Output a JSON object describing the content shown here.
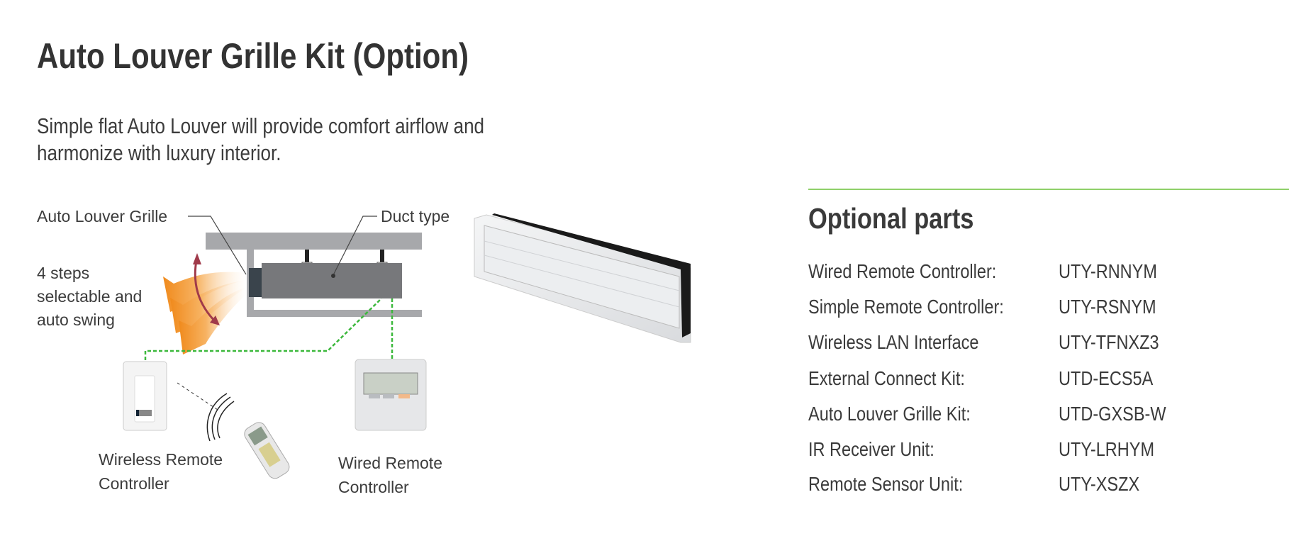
{
  "title": "Auto Louver Grille Kit (Option)",
  "description": [
    "Simple flat Auto Louver will provide comfort airflow and",
    "harmonize with luxury interior."
  ],
  "diagram": {
    "label_grille": "Auto Louver Grille",
    "label_duct": "Duct type",
    "label_steps": [
      "4 steps",
      "selectable and",
      "auto swing"
    ],
    "label_wireless": [
      "Wireless Remote",
      "Controller"
    ],
    "label_wired": [
      "Wired Remote",
      "Controller"
    ],
    "colors": {
      "airflow": "#f39a2b",
      "swing_arrow": "#a03a4a",
      "signal_line": "#3cb83c",
      "duct": "#77787b"
    }
  },
  "optional_parts": {
    "heading": "Optional parts",
    "accent": "#8fd06a",
    "items": [
      {
        "label": "Wired Remote Controller:",
        "model": "UTY-RNNYM"
      },
      {
        "label": "Simple Remote Controller:",
        "model": "UTY-RSNYM"
      },
      {
        "label": "Wireless LAN Interface",
        "model": "UTY-TFNXZ3"
      },
      {
        "label": "External Connect Kit:",
        "model": "UTD-ECS5A"
      },
      {
        "label": "Auto Louver Grille Kit:",
        "model": "UTD-GXSB-W"
      },
      {
        "label": "IR Receiver Unit:",
        "model": "UTY-LRHYM"
      },
      {
        "label": "Remote Sensor Unit:",
        "model": "UTY-XSZX"
      }
    ]
  }
}
